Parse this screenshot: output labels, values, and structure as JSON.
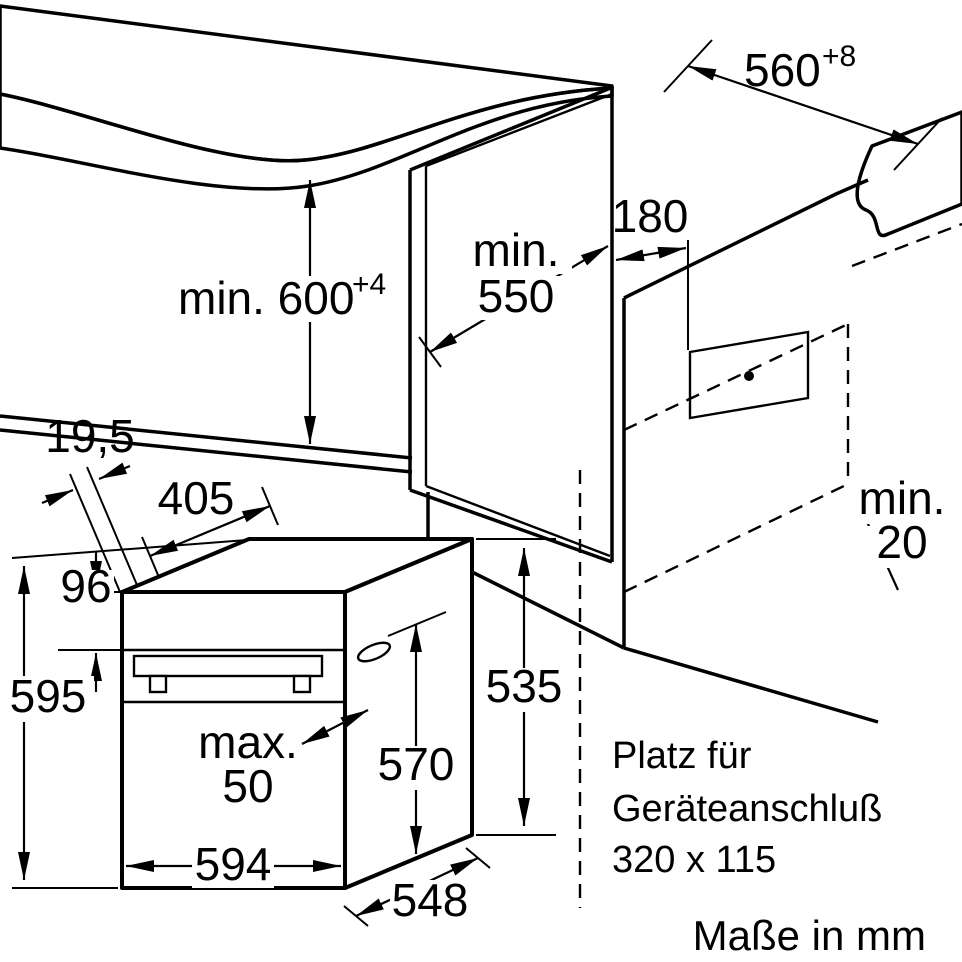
{
  "figure": {
    "type": "installation-diagram",
    "footer": "Maße in mm",
    "connection_note": {
      "line1": "Platz für",
      "line2": "Geräteanschluß",
      "line3": "320 x 115"
    },
    "dimensions": {
      "niche_width": {
        "base": "560",
        "sup": "+8"
      },
      "connection_offset": "180",
      "niche_depth": {
        "prefix": "min.",
        "value": "550"
      },
      "worktop_height": {
        "base": "min. 600",
        "sup": "+4"
      },
      "rear_clearance": {
        "prefix": "min.",
        "value": "20"
      },
      "front_overhang": "19,5",
      "top_depth": "405",
      "panel_height": "96",
      "appliance_height": "595",
      "handle_clearance": {
        "prefix": "max.",
        "value": "50"
      },
      "rear_height": "570",
      "side_height": "535",
      "appliance_width": "594",
      "appliance_depth": "548"
    },
    "colors": {
      "line": "#000000",
      "surface_fill": "#ececec",
      "torn_edge_fill": "#ababab",
      "background": "#ffffff"
    }
  }
}
